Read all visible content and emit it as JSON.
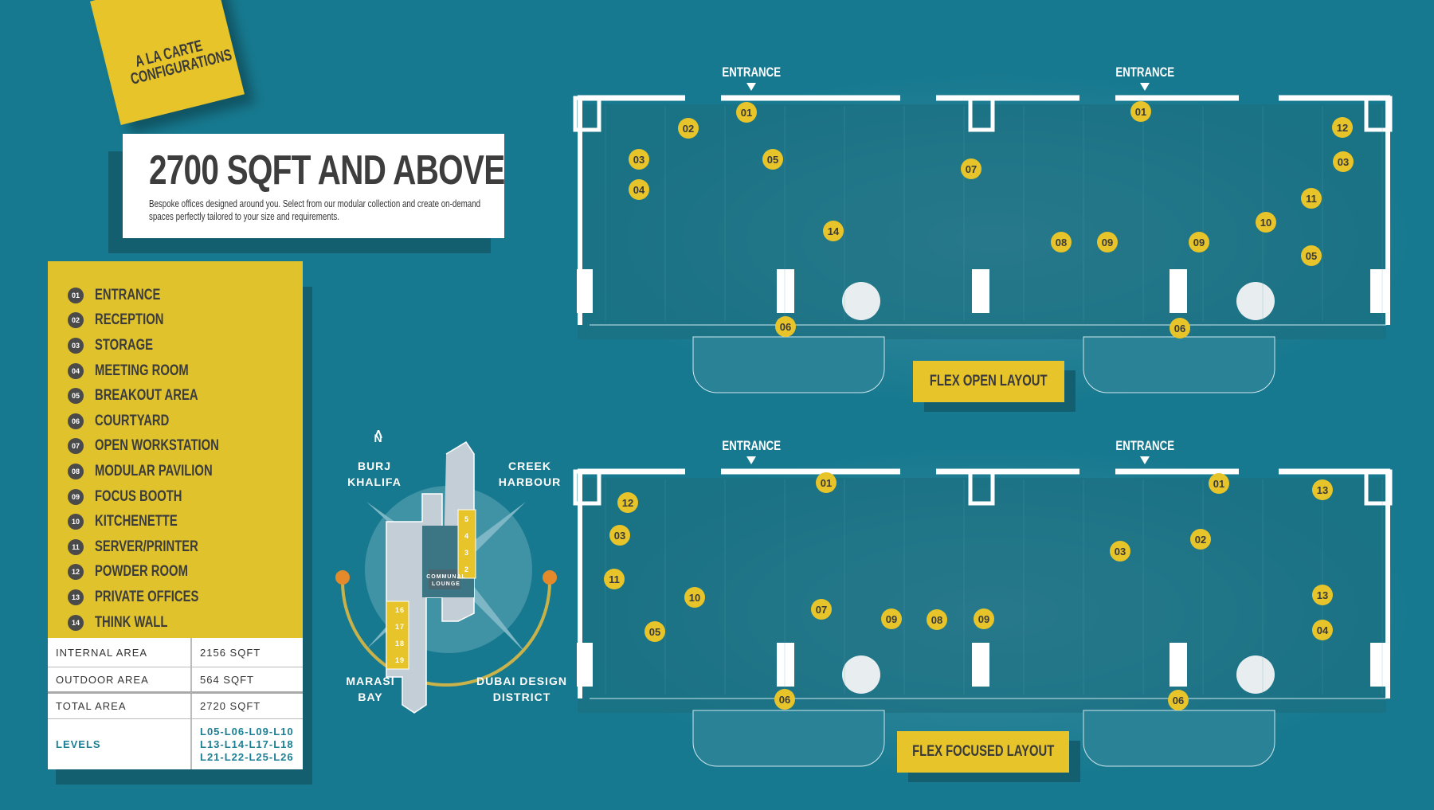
{
  "note": {
    "line1": "A LA CARTE",
    "line2": "CONFIGURATIONS"
  },
  "header": {
    "title": "2700 SQFT AND ABOVE",
    "description": "Bespoke offices designed around you. Select from our modular collection and create on-demand spaces perfectly tailored to your size and requirements."
  },
  "legend": [
    {
      "num": "01",
      "label": "ENTRANCE"
    },
    {
      "num": "02",
      "label": "RECEPTION"
    },
    {
      "num": "03",
      "label": "STORAGE"
    },
    {
      "num": "04",
      "label": "MEETING ROOM"
    },
    {
      "num": "05",
      "label": "BREAKOUT AREA"
    },
    {
      "num": "06",
      "label": "COURTYARD"
    },
    {
      "num": "07",
      "label": "OPEN WORKSTATION"
    },
    {
      "num": "08",
      "label": "MODULAR PAVILION"
    },
    {
      "num": "09",
      "label": "FOCUS BOOTH"
    },
    {
      "num": "10",
      "label": "KITCHENETTE"
    },
    {
      "num": "11",
      "label": "SERVER/PRINTER"
    },
    {
      "num": "12",
      "label": "POWDER ROOM"
    },
    {
      "num": "13",
      "label": "PRIVATE OFFICES"
    },
    {
      "num": "14",
      "label": "THINK WALL"
    }
  ],
  "areas": {
    "internal": {
      "label": "INTERNAL AREA",
      "value": "2156 SQFT"
    },
    "outdoor": {
      "label": "OUTDOOR AREA",
      "value": "564 SQFT"
    },
    "total": {
      "label": "TOTAL AREA",
      "value": "2720 SQFT"
    },
    "levels": {
      "label": "LEVELS",
      "lines": [
        "L05-L06-L09-L10",
        "L13-L14-L17-L18",
        "L21-L22-L25-L26"
      ]
    }
  },
  "site_map": {
    "north": "N",
    "burj": [
      "BURJ",
      "KHALIFA"
    ],
    "creek": [
      "CREEK",
      "HARBOUR"
    ],
    "marasi": [
      "MARASI",
      "BAY"
    ],
    "d3": [
      "DUBAI DESIGN",
      "DISTRICT"
    ],
    "lounge": [
      "COMMUNAL",
      "LOUNGE"
    ],
    "units_right": [
      "5",
      "4",
      "3",
      "2"
    ],
    "units_left": [
      "16",
      "17",
      "18",
      "19"
    ]
  },
  "plans": {
    "entrance_label": "ENTRANCE",
    "open": {
      "button": "FLEX OPEN LAYOUT",
      "markers": [
        "01",
        "02",
        "03",
        "04",
        "05",
        "14",
        "06",
        "07",
        "08",
        "09",
        "09",
        "01",
        "12",
        "03",
        "11",
        "10",
        "05",
        "06"
      ]
    },
    "focused": {
      "button": "FLEX FOCUSED LAYOUT",
      "markers": [
        "01",
        "12",
        "03",
        "11",
        "10",
        "05",
        "07",
        "09",
        "08",
        "09",
        "06",
        "03",
        "02",
        "01",
        "13",
        "13",
        "04",
        "06"
      ]
    }
  }
}
